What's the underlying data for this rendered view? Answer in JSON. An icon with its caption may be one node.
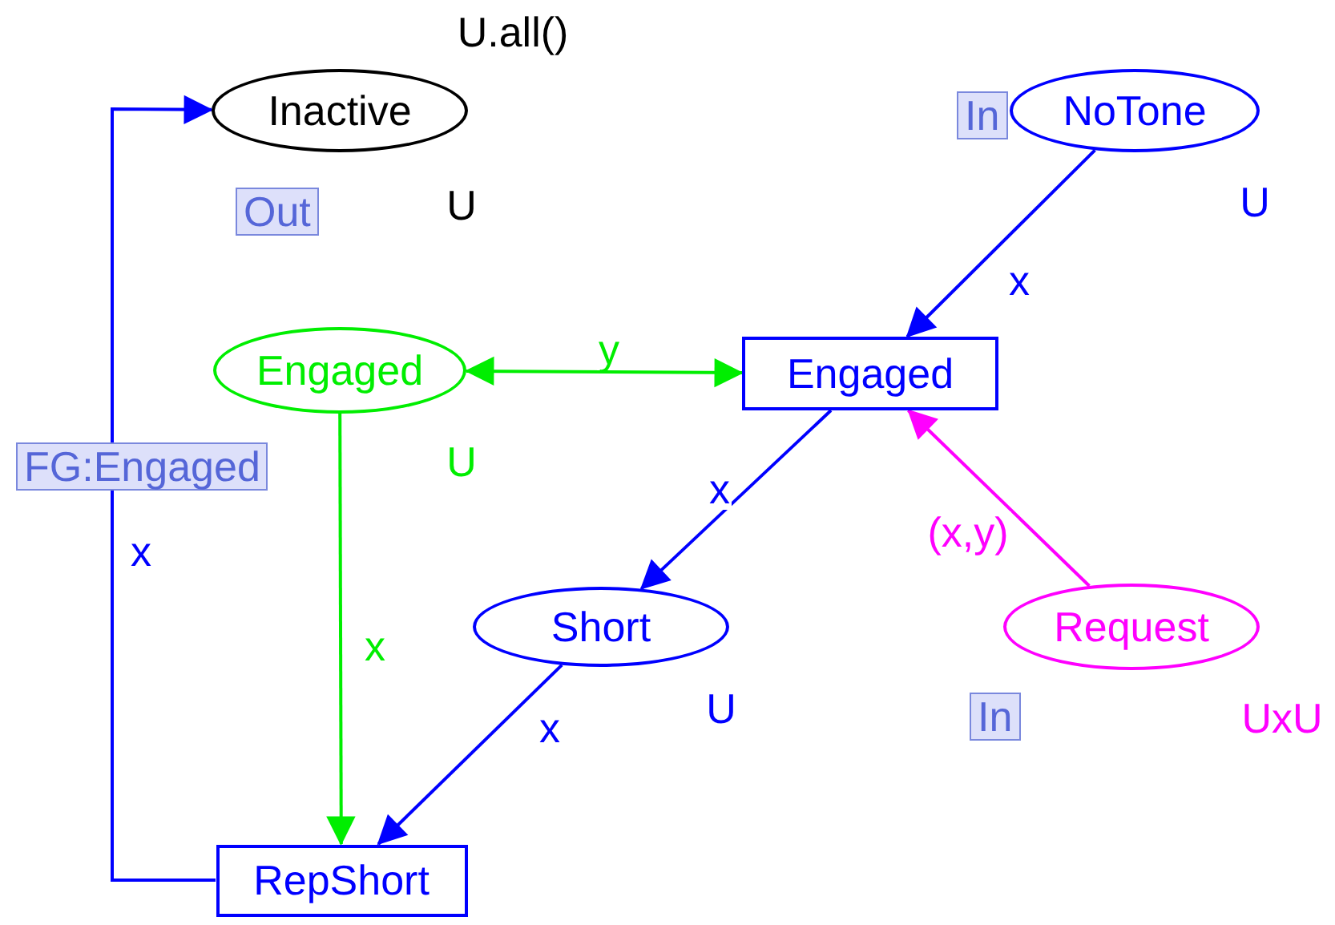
{
  "diagram": {
    "nodes": [
      {
        "text": [
          "Inactive"
        ],
        "beside": [
          "U.all()",
          "Out",
          "U"
        ]
      },
      {
        "text": [
          "NoTone"
        ],
        "beside": [
          "In",
          "U"
        ]
      },
      {
        "text": [
          "Engaged"
        ],
        "beside": [
          "FG:Engaged",
          "U"
        ]
      },
      {
        "text": [
          "Engaged"
        ]
      },
      {
        "text": [
          "Short"
        ],
        "beside": [
          "U"
        ]
      },
      {
        "text": [
          "Request"
        ],
        "beside": [
          "In",
          "UxU"
        ]
      },
      {
        "text": [
          "RepShort"
        ]
      }
    ],
    "edges": [
      {
        "from": 1,
        "to": 3,
        "arrow": "to",
        "label": "x"
      },
      {
        "from": 2,
        "to": 3,
        "arrow": "both",
        "label": "y",
        "color": "#00ee00"
      },
      {
        "from": 5,
        "to": 3,
        "arrow": "to",
        "label": "(x,y)",
        "color": "#ff00ff"
      },
      {
        "from": 3,
        "to": 4,
        "arrow": "to",
        "label": "x"
      },
      {
        "from": 4,
        "to": 6,
        "arrow": "to",
        "label": "x"
      },
      {
        "from": 2,
        "to": 6,
        "arrow": "to",
        "label": "x",
        "color": "#00ee00"
      },
      {
        "from": 6,
        "to": 0,
        "arrow": "to",
        "label": "x"
      }
    ]
  }
}
